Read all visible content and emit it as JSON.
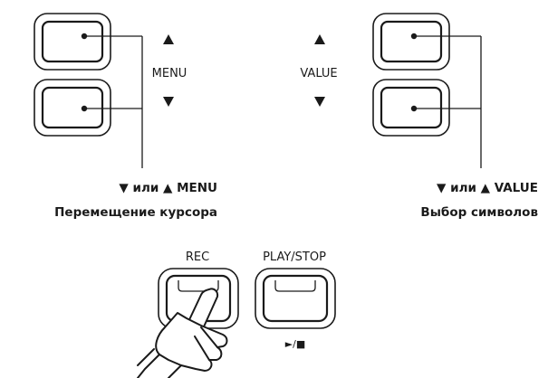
{
  "left_group": {
    "label": "MENU",
    "caption_line1": "▼ или ▲ MENU",
    "caption_line2": "Перемещение курсора"
  },
  "right_group": {
    "label": "VALUE",
    "caption_line1": "▼ или ▲ VALUE",
    "caption_line2": "Выбор символов"
  },
  "rec_button": {
    "label": "REC"
  },
  "play_stop_button": {
    "label": "PLAY/STOP",
    "sublabel": "►/■"
  }
}
